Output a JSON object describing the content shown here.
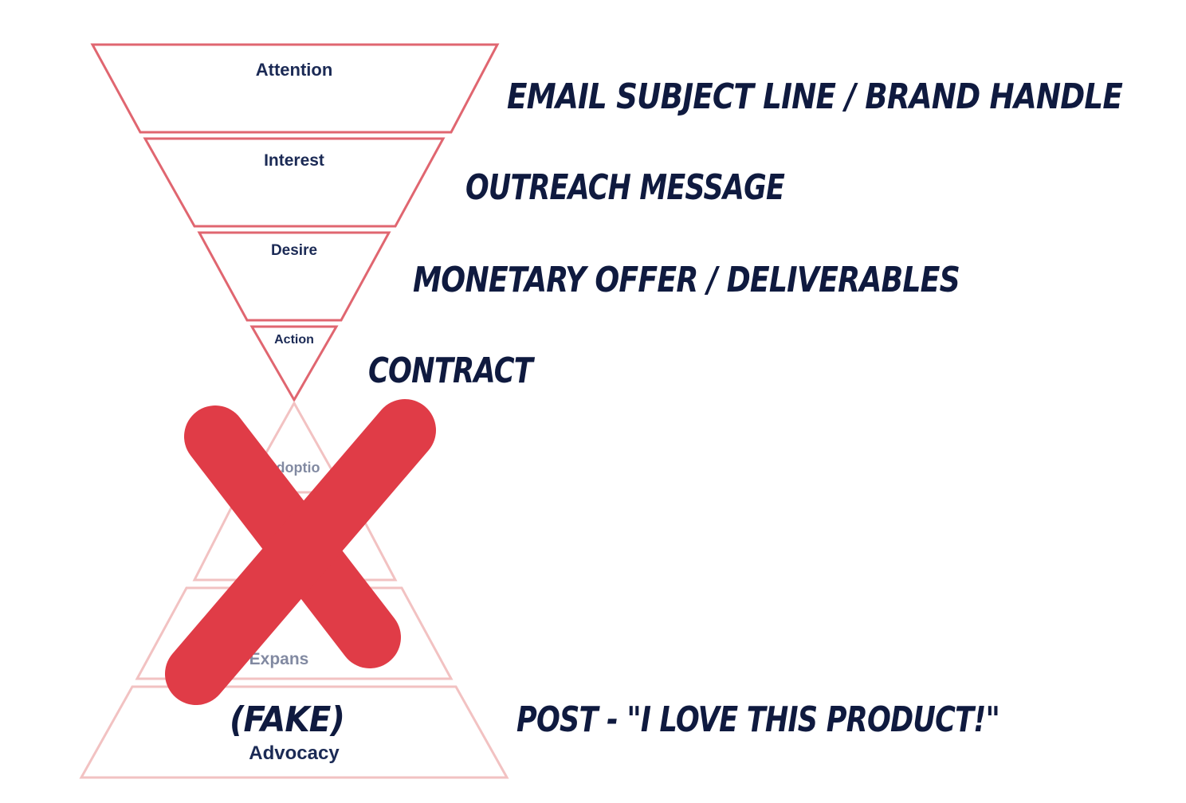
{
  "colors": {
    "funnel_stroke": "#e06670",
    "bowtie_stroke": "#f2c2c2",
    "cross": "#e03c47",
    "label_text": "#1b2a55",
    "annotation_text": "#0f1a3f"
  },
  "funnel": {
    "stages": [
      {
        "label": "Attention"
      },
      {
        "label": "Interest"
      },
      {
        "label": "Desire"
      },
      {
        "label": "Action"
      }
    ]
  },
  "bowtie": {
    "stages": [
      {
        "label": "doptio"
      },
      {
        "label": ""
      },
      {
        "label": "Expans"
      },
      {
        "label": "Advocacy"
      }
    ]
  },
  "annotations": {
    "attention": "EMAIL SUBJECT LINE / BRAND HANDLE",
    "interest": "OUTREACH MESSAGE",
    "desire": "MONETARY OFFER / DELIVERABLES",
    "action": "CONTRACT",
    "advocacy": "POST - \"I LOVE THIS PRODUCT!\"",
    "fake": "(FAKE)"
  },
  "cross_icon": "x-mark-icon"
}
